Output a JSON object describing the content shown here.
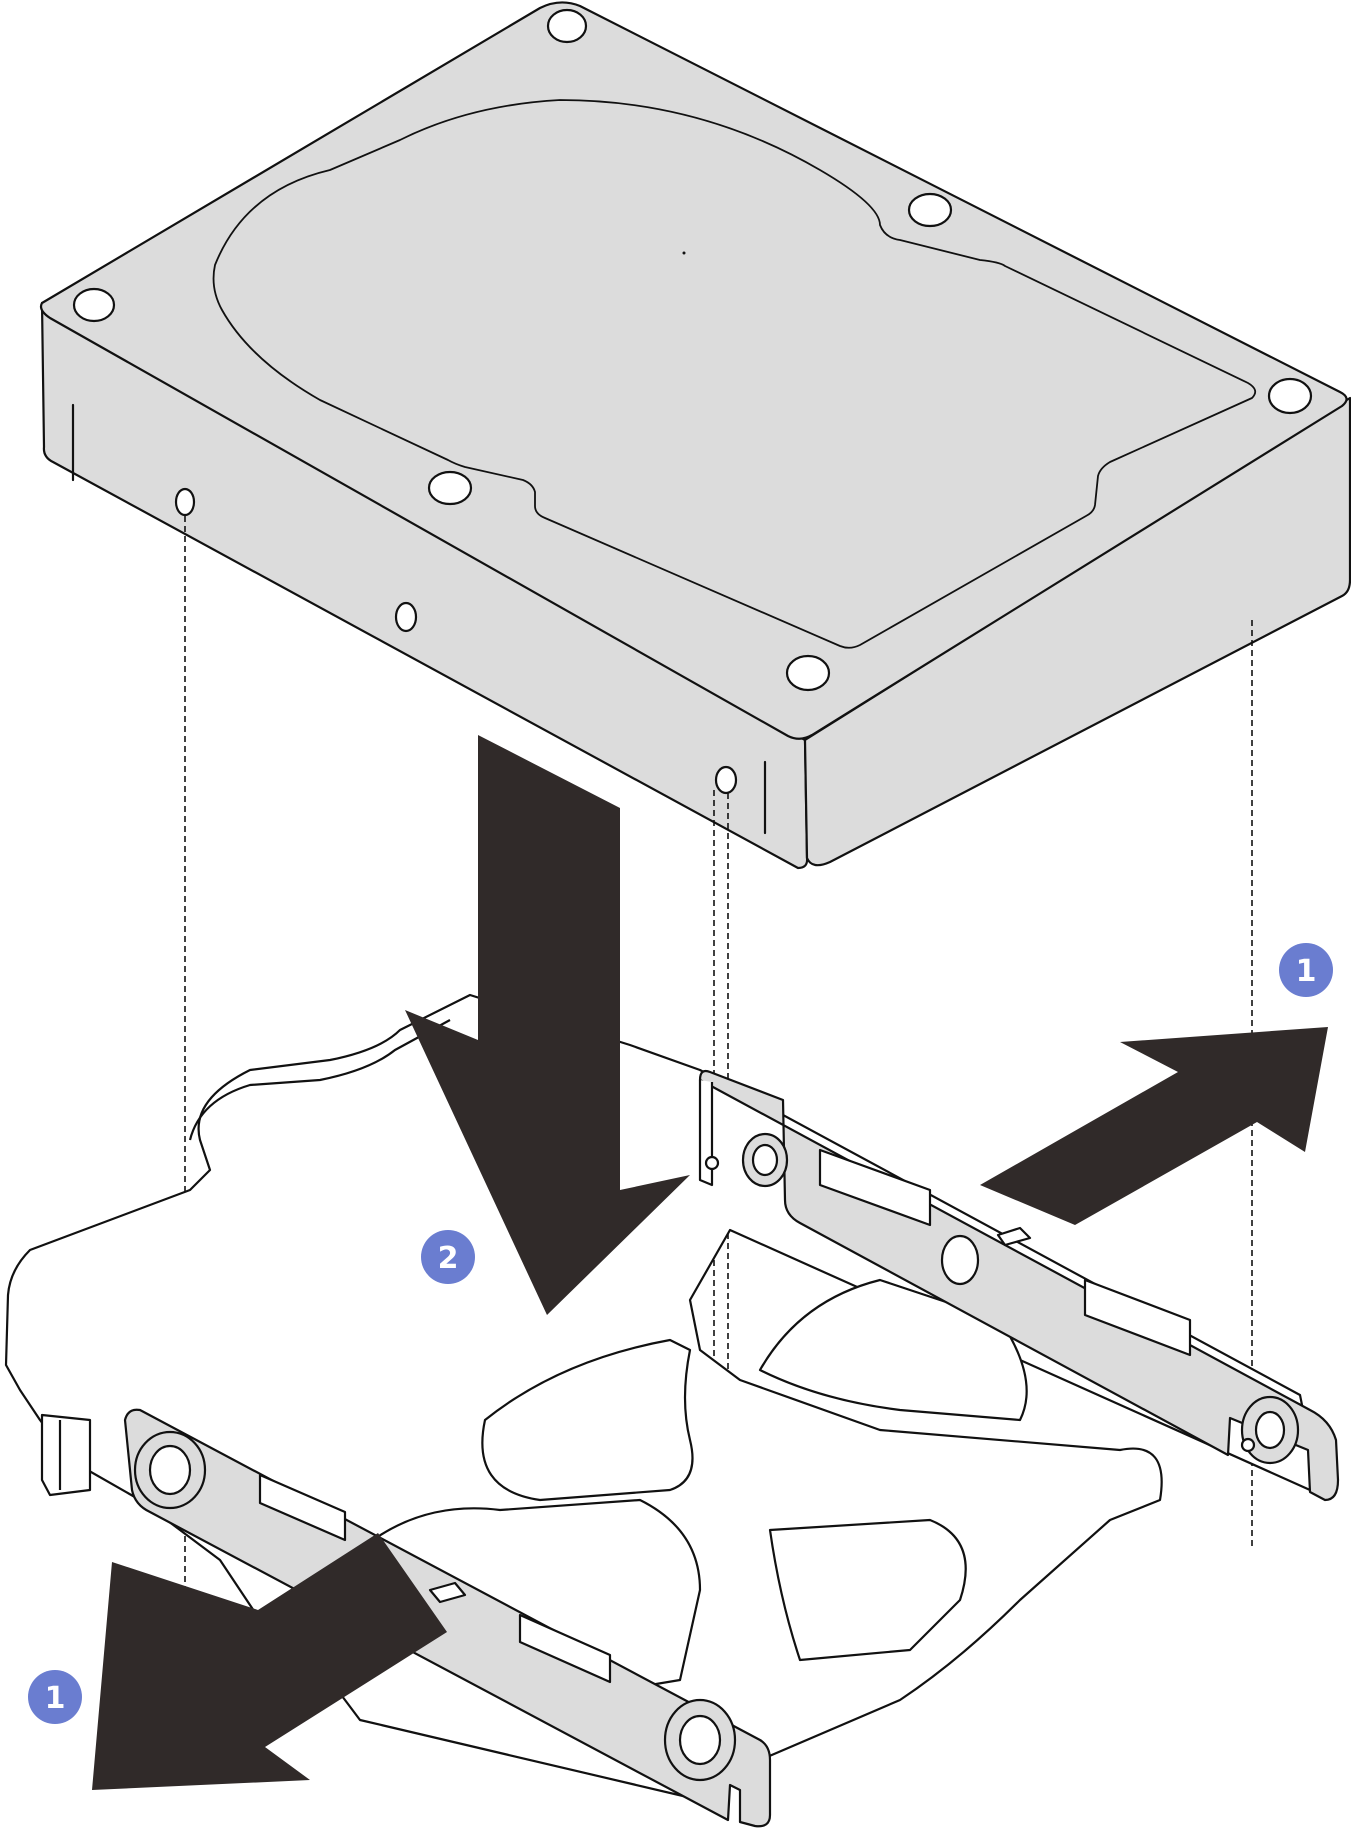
{
  "figure": {
    "colors": {
      "drive_fill": "#dcdcdc",
      "line": "#111111",
      "arrow": "#302a29",
      "callout": "#6a7dd0",
      "callout_text": "#ffffff",
      "background": "#ffffff"
    },
    "callouts": [
      {
        "id": "step-1-right",
        "label": "1"
      },
      {
        "id": "step-1-left",
        "label": "1"
      },
      {
        "id": "step-2",
        "label": "2"
      }
    ]
  }
}
